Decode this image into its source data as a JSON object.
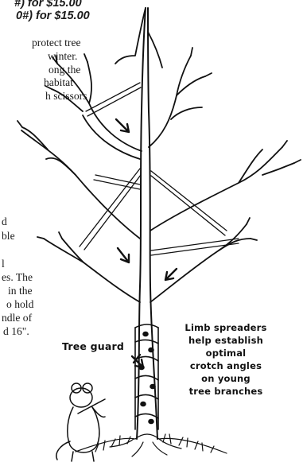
{
  "prices": [
    "#) for $15.00",
    "0#) for $15.00"
  ],
  "text_right_top": [
    "protect tree",
    "winter.",
    "ong the",
    "habitat",
    "h scissors"
  ],
  "text_left_bottom": [
    "d",
    "ble",
    "l",
    "es. The",
    "in the",
    "o hold",
    "ndle of",
    "d 16\"."
  ],
  "illustration": {
    "tree_guard_label": "Tree guard",
    "limb_spreaders_caption": [
      "Limb spreaders",
      "help establish",
      "optimal",
      "crotch angles",
      "on young",
      "tree branches"
    ]
  },
  "colors": {
    "ink": "#111111",
    "background": "#ffffff"
  }
}
